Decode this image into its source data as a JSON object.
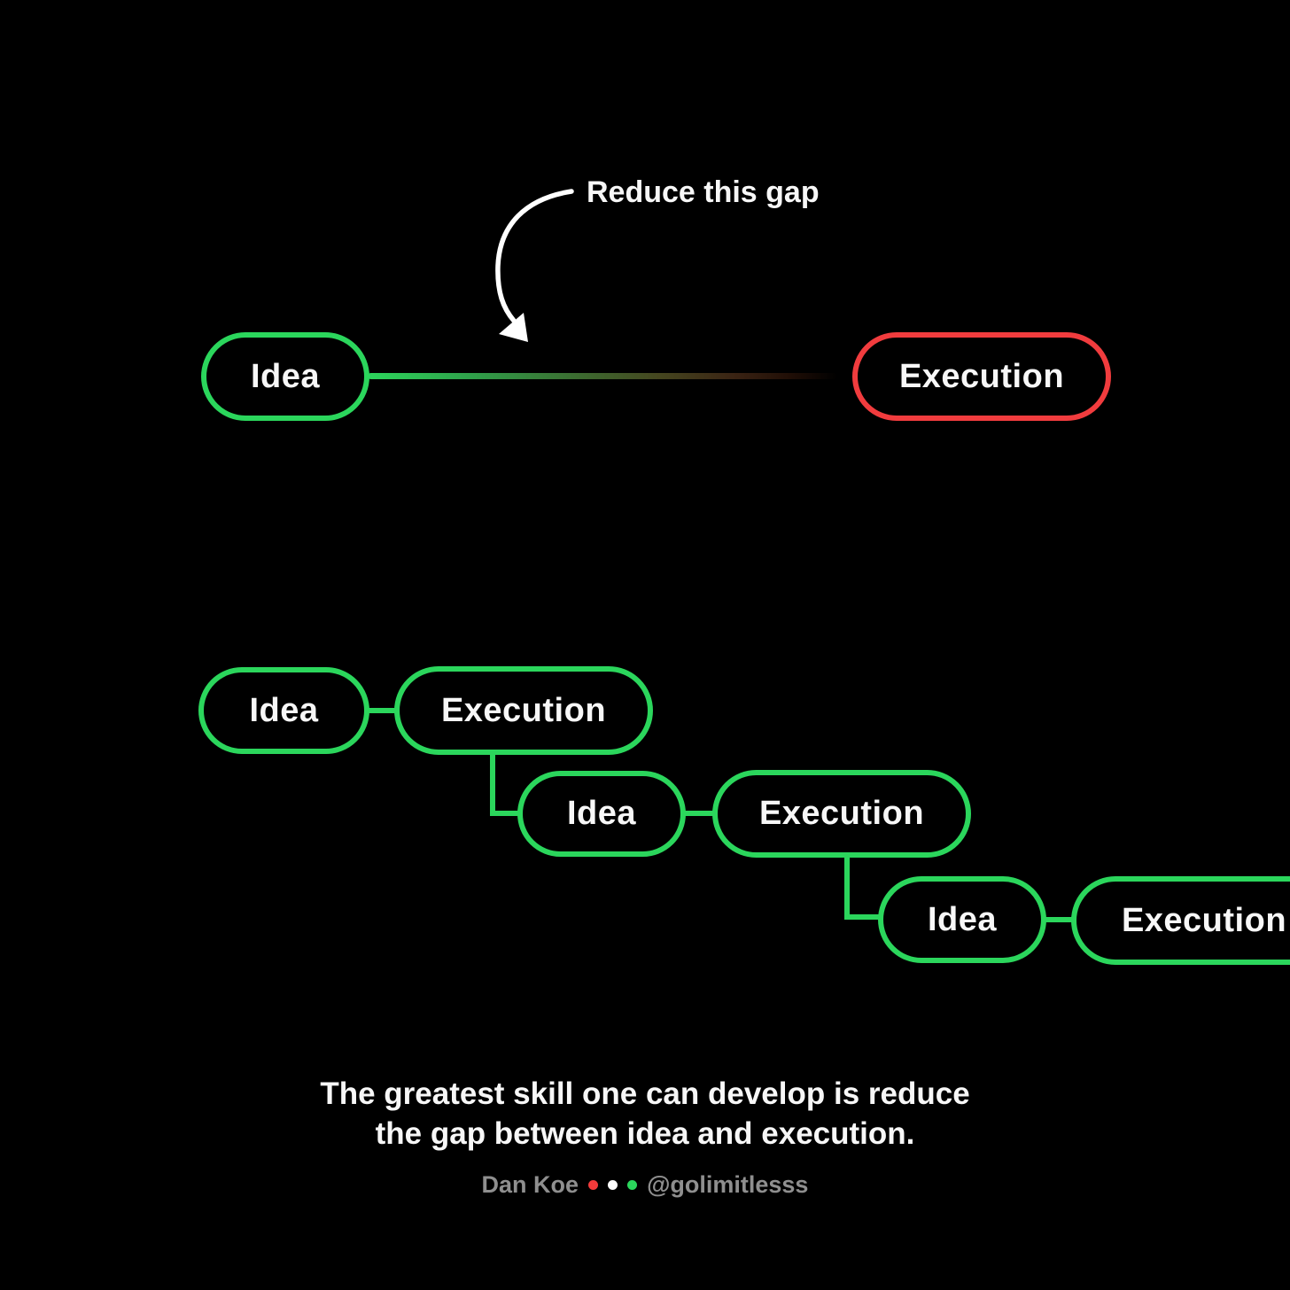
{
  "theme": {
    "background": "#000000",
    "accent_green": "#2BD65C",
    "accent_red": "#F13C3E",
    "text_white": "#F7F7F7",
    "text_gray": "#8F8F8F"
  },
  "gap_diagram": {
    "annotation": "Reduce this gap",
    "idea_label": "Idea",
    "execution_label": "Execution"
  },
  "cascade_diagram": {
    "rows": [
      {
        "idea_label": "Idea",
        "execution_label": "Execution"
      },
      {
        "idea_label": "Idea",
        "execution_label": "Execution"
      },
      {
        "idea_label": "Idea",
        "execution_label": "Execution"
      }
    ]
  },
  "caption": {
    "line1": "The greatest skill one can develop is reduce",
    "line2": "the gap between idea and execution.",
    "author": "Dan Koe",
    "handle": "@golimitlesss",
    "dot_colors": [
      "#F23B3B",
      "#FFFFFF",
      "#2BD65C"
    ]
  }
}
